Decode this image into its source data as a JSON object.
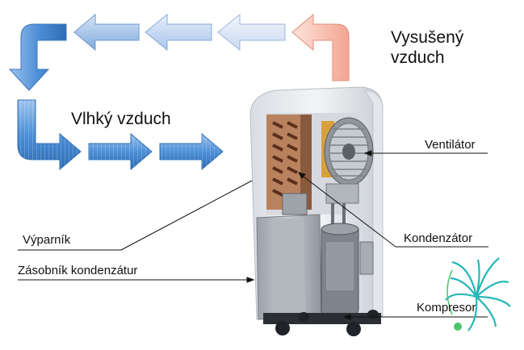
{
  "labels": {
    "dry_air_line1": "Vysušený",
    "dry_air_line2": "vzduch",
    "humid_air": "Vlhký vzduch",
    "fan": "Ventilátor",
    "evaporator": "Výparník",
    "condenser": "Kondenzátor",
    "tank": "Zásobník kondenzátur",
    "compressor": "Kompresor"
  },
  "colors": {
    "humid_arrow": "#3f7fc6",
    "dry_arrow_fade": "#eef3fb",
    "hot_arrow": "#f6b9a8",
    "logo": "#26b7b7",
    "logo_dot": "#4cc46c"
  },
  "icons": [
    "airflow-arrow",
    "dehumidifier-cutaway",
    "spiral-logo"
  ]
}
